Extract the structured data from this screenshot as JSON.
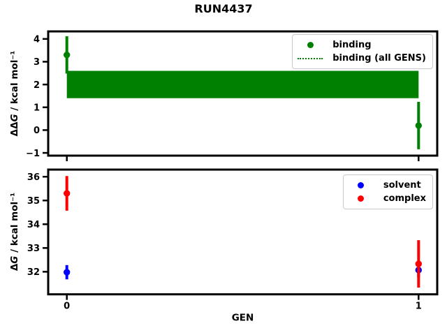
{
  "title": "RUN4437",
  "background": "#ffffff",
  "chart_data": [
    {
      "type": "scatter",
      "xlabel": "",
      "ylabel": "ΔΔG / kcal mol⁻¹",
      "ylabel_parts": {
        "prefix": "ΔΔ",
        "italic": "G",
        "rest": " / kcal mol⁻¹"
      },
      "xlim": [
        -0.053,
        1.053
      ],
      "ylim": [
        -1.12,
        4.33
      ],
      "yticks": [
        -1,
        0,
        1,
        2,
        3,
        4
      ],
      "xticks": [
        0,
        1
      ],
      "xtick_labels_visible": false,
      "grid": false,
      "legend_position": "upper right",
      "series": [
        {
          "name": "binding",
          "kind": "errorbar-scatter",
          "legend_glyph": "dot",
          "color": "#008000",
          "x": [
            0,
            1
          ],
          "y": [
            3.3,
            0.2
          ],
          "yerr": [
            0.82,
            1.04
          ]
        },
        {
          "name": "binding (all GENS)",
          "kind": "band",
          "legend_glyph": "dotted-line",
          "color": "#008000",
          "x": [
            0,
            1
          ],
          "y": 2.0,
          "yerr": 0.6,
          "line_style": "dotted"
        }
      ]
    },
    {
      "type": "scatter",
      "xlabel": "GEN",
      "ylabel": "ΔG / kcal mol⁻¹",
      "ylabel_parts": {
        "prefix": "Δ",
        "italic": "G",
        "rest": " / kcal mol⁻¹"
      },
      "xlim": [
        -0.053,
        1.053
      ],
      "ylim": [
        31.05,
        36.3
      ],
      "yticks": [
        32,
        33,
        34,
        35,
        36
      ],
      "xticks": [
        0,
        1
      ],
      "xtick_labels_visible": true,
      "grid": false,
      "legend_position": "upper right",
      "series": [
        {
          "name": "solvent",
          "kind": "errorbar-scatter",
          "legend_glyph": "dot",
          "color": "#0000ff",
          "x": [
            0,
            1
          ],
          "y": [
            31.98,
            32.07
          ],
          "yerr": [
            0.3,
            0.3
          ]
        },
        {
          "name": "complex",
          "kind": "errorbar-scatter",
          "legend_glyph": "dot",
          "color": "#ff0000",
          "x": [
            0,
            1
          ],
          "y": [
            35.3,
            32.33
          ],
          "yerr": [
            0.73,
            1.0
          ]
        }
      ]
    }
  ]
}
